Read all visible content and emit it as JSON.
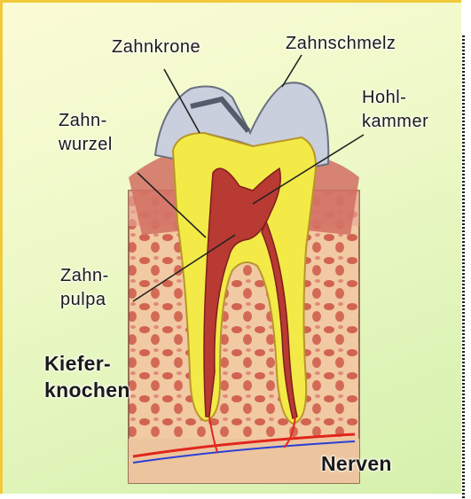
{
  "labels": {
    "zahnkrone": "Zahnkrone",
    "zahnschmelz": "Zahnschmelz",
    "hohlkammer": "Hohl-\nkammer",
    "zahnwurzel": "Zahn-\nwurzel",
    "zahnpulpa": "Zahn-\npulpa",
    "kieferknochen": "Kiefer-\nknochen",
    "nerven": "Nerven"
  },
  "colors": {
    "enamel": "#c9cfdc",
    "dentin": "#f3ea48",
    "pulp": "#b83a32",
    "gum": "#d98a7c",
    "bone": "#f0c9a0",
    "artery": "#e2261c",
    "vein": "#2b3fd6"
  }
}
